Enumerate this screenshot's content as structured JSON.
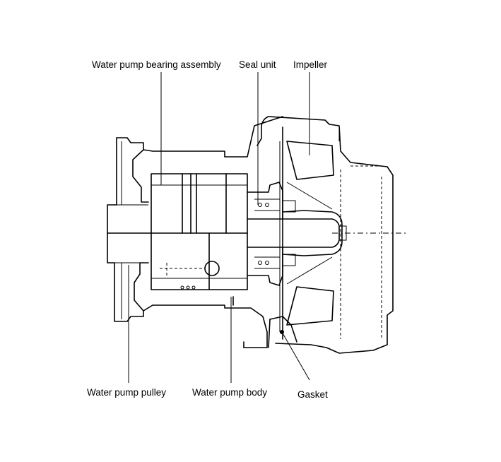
{
  "labels": {
    "bearing": "Water pump bearing assembly",
    "seal": "Seal unit",
    "impeller": "Impeller",
    "pulley": "Water pump pulley",
    "body": "Water pump body",
    "gasket": "Gasket"
  },
  "colors": {
    "line": "#000000",
    "background": "#ffffff"
  }
}
